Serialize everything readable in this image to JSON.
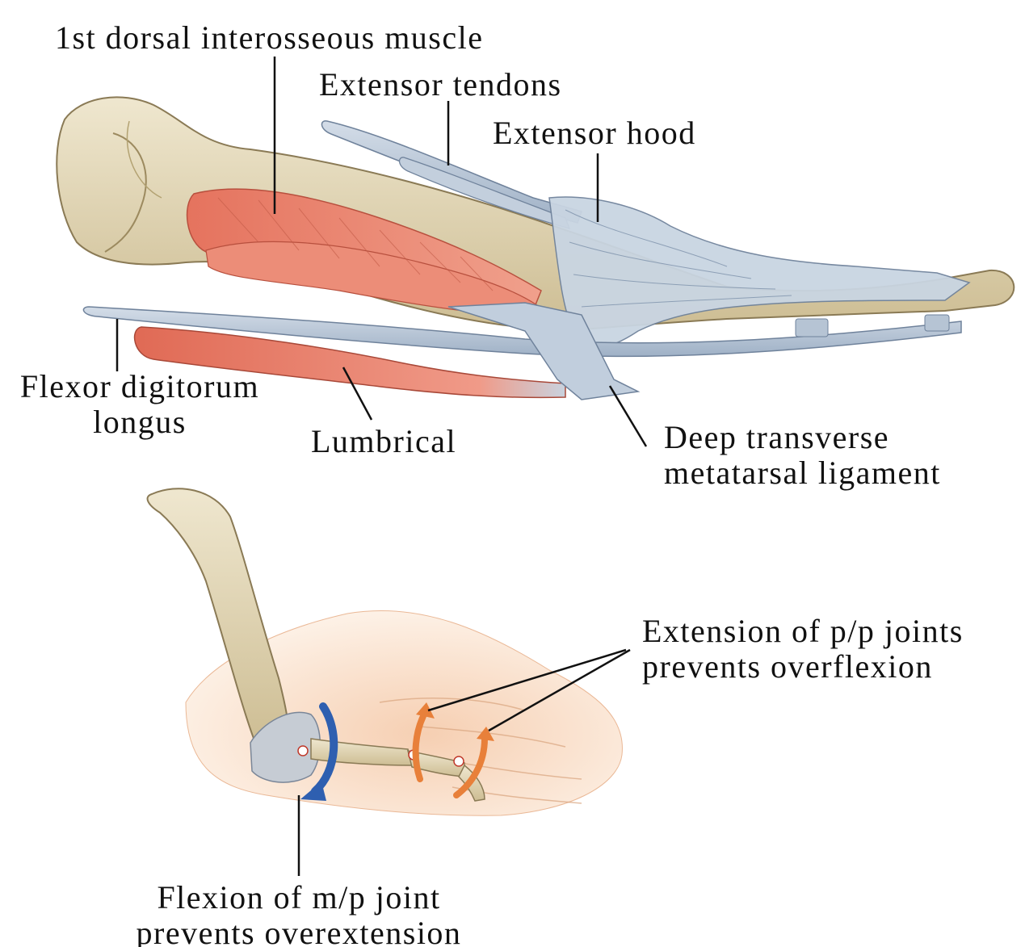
{
  "labels": {
    "dorsal_interosseous": "1st dorsal interosseous muscle",
    "extensor_tendons": "Extensor tendons",
    "extensor_hood": "Extensor hood",
    "flexor_digitorum_line1": "Flexor digitorum",
    "flexor_digitorum_line2": "longus",
    "lumbrical": "Lumbrical",
    "deep_transverse_line1": "Deep transverse",
    "deep_transverse_line2": "metatarsal ligament",
    "extension_pp_line1": "Extension of p/p joints",
    "extension_pp_line2": "prevents overflexion",
    "flexion_mp_line1": "Flexion of m/p joint",
    "flexion_mp_line2": "prevents overextension"
  },
  "colors": {
    "bone": "#e6dcc0",
    "bone_shadow": "#c9b98f",
    "muscle": "#e8806a",
    "tendon": "#b9c7d8",
    "skin": "#f8dcc4",
    "flexion_arrow": "#2e5fb0",
    "extension_arrow": "#e8803a",
    "leader_line": "#111111"
  }
}
